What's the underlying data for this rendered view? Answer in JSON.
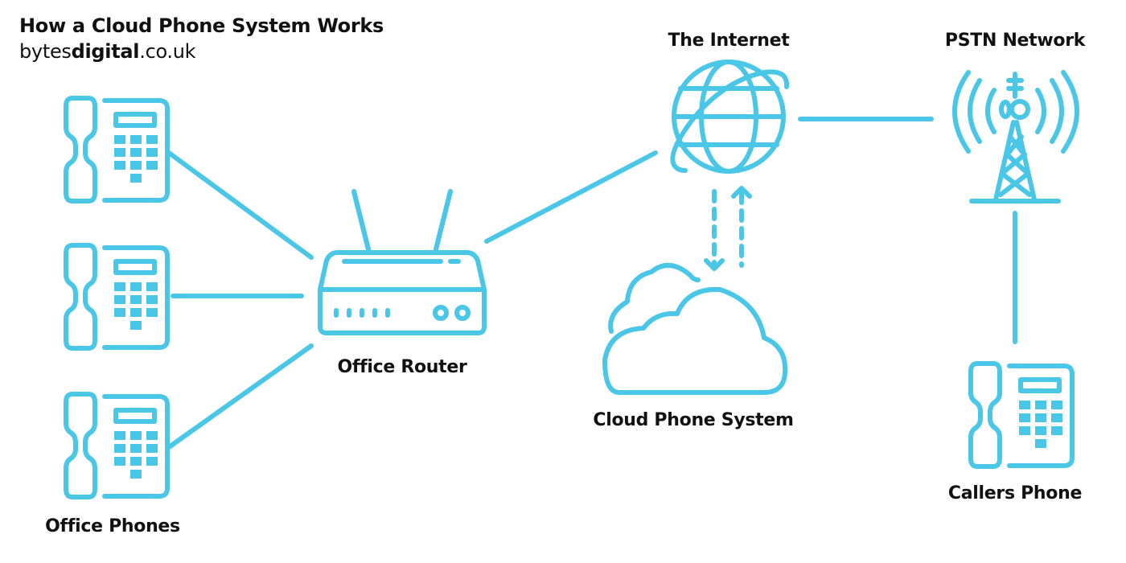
{
  "header": {
    "title": "How a Cloud Phone System Works",
    "brand_prefix": "bytes",
    "brand_bold": "digital",
    "brand_suffix": ".co.uk"
  },
  "colors": {
    "accent": "#4AC6E6",
    "text": "#111111",
    "background": "#FFFFFF"
  },
  "nodes": {
    "office_phones": {
      "label": "Office Phones",
      "icon": "desk-phone-icon",
      "count": 3
    },
    "office_router": {
      "label": "Office Router",
      "icon": "router-icon"
    },
    "internet": {
      "label": "The Internet",
      "icon": "globe-icon"
    },
    "cloud": {
      "label": "Cloud Phone System",
      "icon": "cloud-icon"
    },
    "pstn": {
      "label": "PSTN Network",
      "icon": "cell-tower-icon"
    },
    "callers_phone": {
      "label": "Callers Phone",
      "icon": "desk-phone-icon"
    }
  },
  "connections": [
    {
      "from": "Office Phones (1)",
      "to": "Office Router",
      "style": "solid"
    },
    {
      "from": "Office Phones (2)",
      "to": "Office Router",
      "style": "solid"
    },
    {
      "from": "Office Phones (3)",
      "to": "Office Router",
      "style": "solid"
    },
    {
      "from": "Office Router",
      "to": "The Internet",
      "style": "solid"
    },
    {
      "from": "The Internet",
      "to": "Cloud Phone System",
      "style": "dashed-arrow"
    },
    {
      "from": "Cloud Phone System",
      "to": "The Internet",
      "style": "dashed-arrow"
    },
    {
      "from": "The Internet",
      "to": "PSTN Network",
      "style": "solid"
    },
    {
      "from": "PSTN Network",
      "to": "Callers Phone",
      "style": "solid"
    }
  ]
}
